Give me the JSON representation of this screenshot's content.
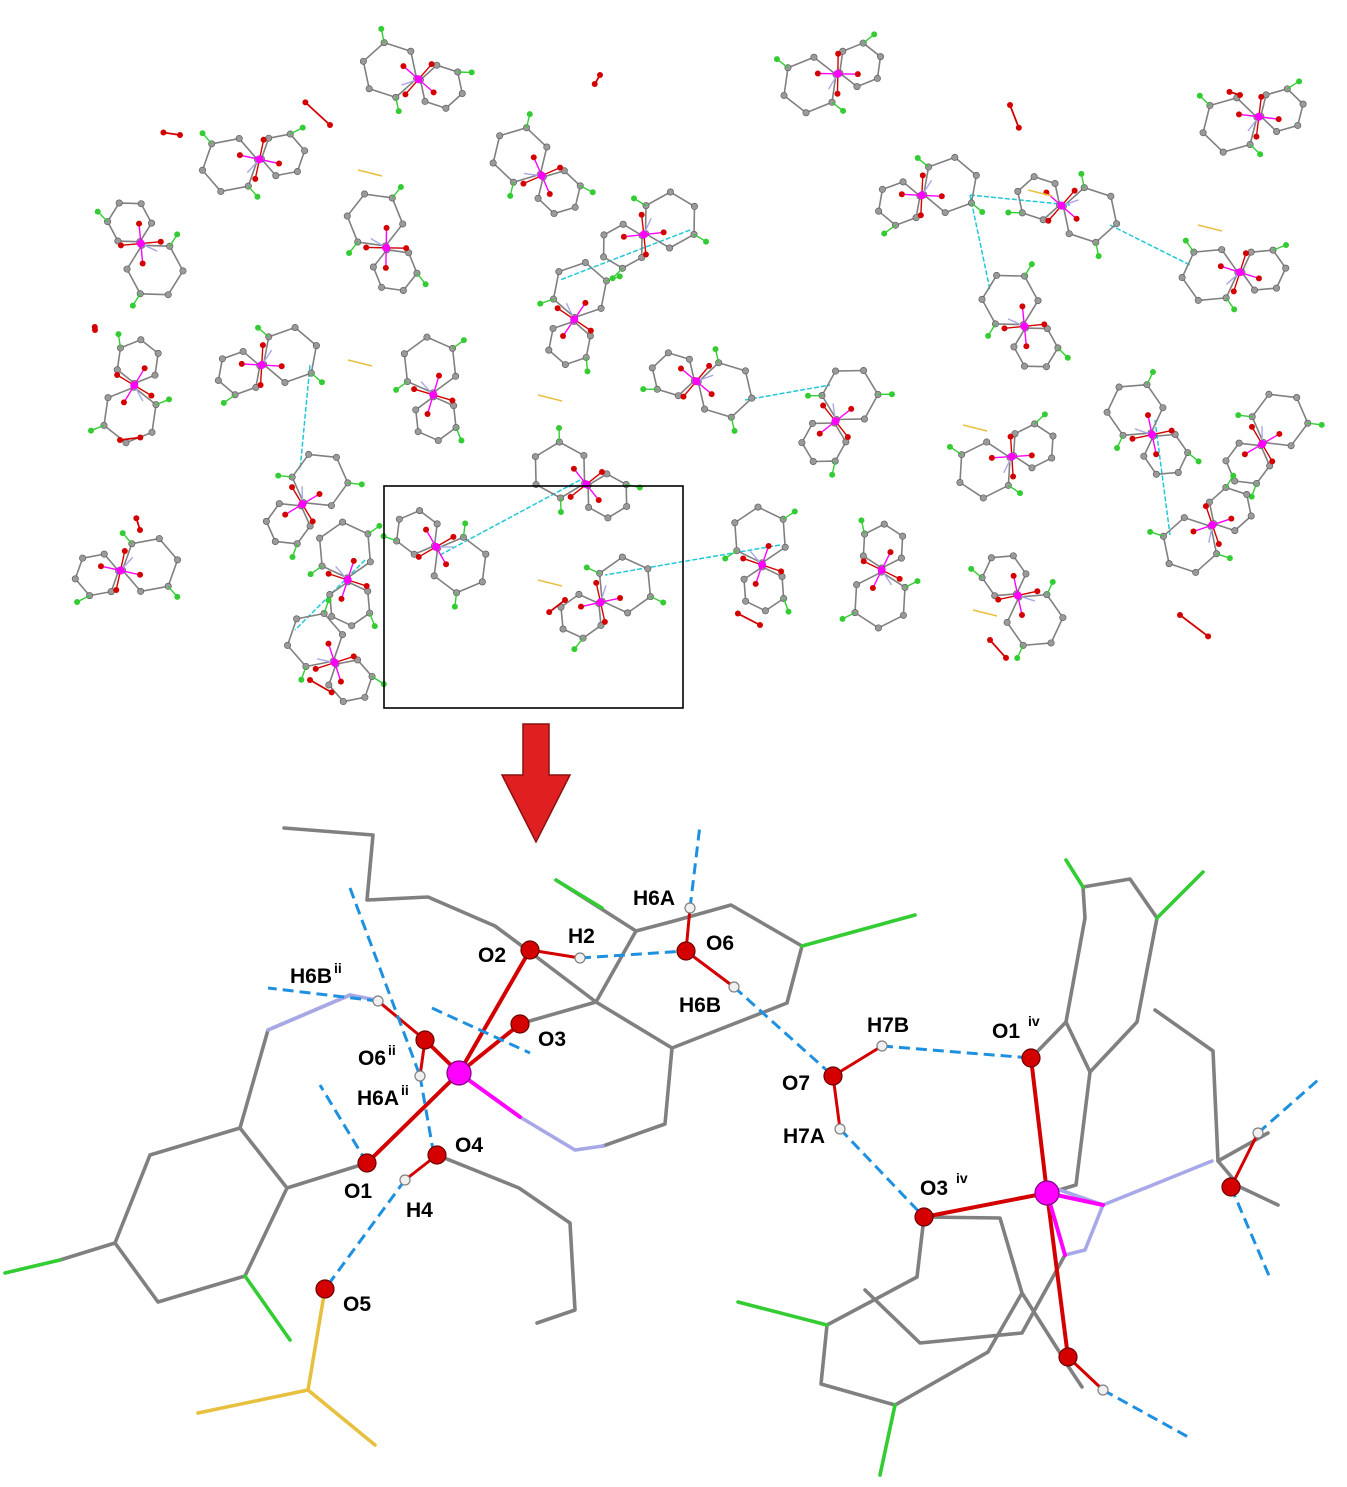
{
  "colors": {
    "carbon": "#808080",
    "oxygen": "#d40000",
    "metal": "#ff00ff",
    "nitrogen": "#a8a8e8",
    "chlorine": "#33cc33",
    "sulfur": "#e8c040",
    "hydrogen": "#e8e8e8",
    "hbond_packing": "#22c8d8",
    "hbond_detail": "#1e90e0",
    "arrow": "#e02020",
    "frame": "#000000"
  },
  "labels": [
    {
      "id": "H6A",
      "text": "H6A",
      "sup": ""
    },
    {
      "id": "H2",
      "text": "H2",
      "sup": ""
    },
    {
      "id": "O6",
      "text": "O6",
      "sup": ""
    },
    {
      "id": "O2",
      "text": "O2",
      "sup": ""
    },
    {
      "id": "H6B_ii",
      "text": "H6B",
      "sup": "ii"
    },
    {
      "id": "O3",
      "text": "O3",
      "sup": ""
    },
    {
      "id": "H6B",
      "text": "H6B",
      "sup": ""
    },
    {
      "id": "H7B",
      "text": "H7B",
      "sup": ""
    },
    {
      "id": "O1_iv",
      "text": "O1",
      "sup": "iv"
    },
    {
      "id": "O6_ii",
      "text": "O6",
      "sup": "ii"
    },
    {
      "id": "H6A_ii",
      "text": "H6A",
      "sup": "ii"
    },
    {
      "id": "O7",
      "text": "O7",
      "sup": ""
    },
    {
      "id": "H7A",
      "text": "H7A",
      "sup": ""
    },
    {
      "id": "O4",
      "text": "O4",
      "sup": ""
    },
    {
      "id": "O1",
      "text": "O1",
      "sup": ""
    },
    {
      "id": "H4",
      "text": "H4",
      "sup": ""
    },
    {
      "id": "O3_iv",
      "text": "O3",
      "sup": "iv"
    },
    {
      "id": "O5",
      "text": "O5",
      "sup": ""
    }
  ]
}
